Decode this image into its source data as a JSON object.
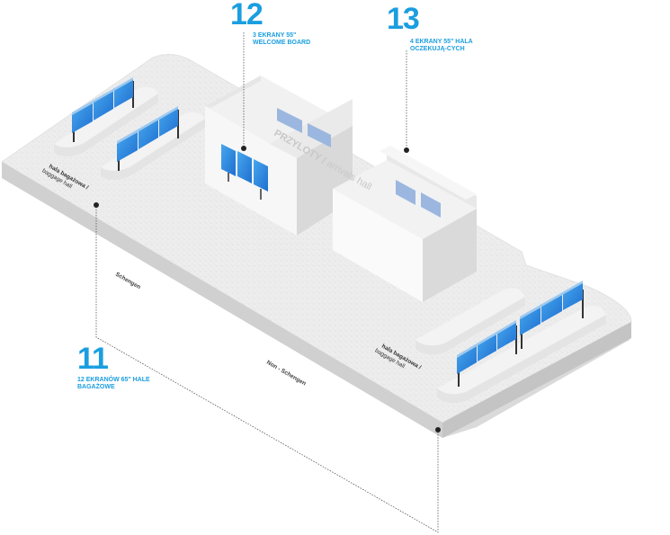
{
  "callouts": {
    "c12": {
      "number": "12",
      "text": "3 EKRANY 55\" WELCOME BOARD"
    },
    "c13": {
      "number": "13",
      "text": "4 EKRANY 55\" HALA OCZEKUJĄ-CYCH"
    },
    "c11": {
      "number": "11",
      "text": "12 EKRANÓW 65\" HALE BAGAŻOWE"
    }
  },
  "labels": {
    "arrivals_main": "PRZYLOTY",
    "arrivals_sep": " / ",
    "arrivals_sub": "arrivals hall",
    "baggage_left_pl": "hala bagażowa /",
    "baggage_left_en": "baggage hall",
    "baggage_right_pl": "hala bagażowa /",
    "baggage_right_en": "baggage hall",
    "schengen": "Schengen",
    "non_schengen": "Non - Schengen"
  },
  "colors": {
    "accent": "#1a9ee0",
    "screen": "#2f8fe0",
    "floor": "#ececec",
    "floor_edge": "#d6d6d6",
    "wall_light": "#f4f4f4",
    "wall_shade": "#dcdcdc",
    "leader": "#444444"
  }
}
